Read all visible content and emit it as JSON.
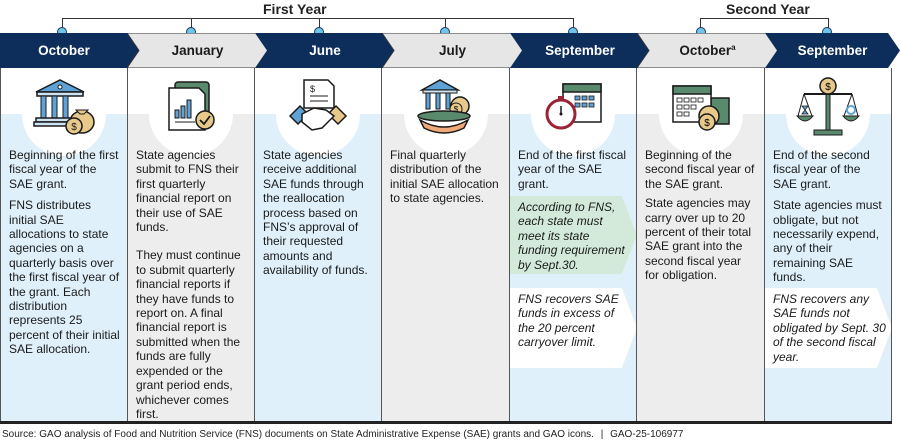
{
  "years": [
    {
      "label": "First Year"
    },
    {
      "label": "Second Year"
    }
  ],
  "columns": [
    {
      "month": "October",
      "superscript": "",
      "header_style": "dark",
      "body_style": "blue",
      "icon": "bank-money-bag-icon",
      "paragraphs": [
        "Beginning of the first fiscal year of the SAE grant.",
        "FNS distributes initial SAE allocations to state agencies on a quarterly basis over the first fiscal year of the grant. Each distribution represents 25 percent of their initial SAE allocation."
      ],
      "notes": []
    },
    {
      "month": "January",
      "superscript": "",
      "header_style": "light",
      "body_style": "gray",
      "icon": "financial-report-check-icon",
      "paragraphs": [
        "State agencies submit to FNS their first quarterly financial report on their use of SAE funds.",
        "They must continue to submit quarterly financial reports if they have funds to report on. A final financial report is submitted when the funds are fully expended or the grant period ends, whichever comes first."
      ],
      "notes": []
    },
    {
      "month": "June",
      "superscript": "",
      "header_style": "dark",
      "body_style": "blue",
      "icon": "handshake-agreement-icon",
      "paragraphs": [
        "State agencies receive additional SAE funds through the reallocation process based on FNS’s approval of their requested amounts and availability of funds."
      ],
      "notes": []
    },
    {
      "month": "July",
      "superscript": "",
      "header_style": "light",
      "body_style": "gray",
      "icon": "bank-in-hand-icon",
      "paragraphs": [
        "Final quarterly distribution of the initial SAE allocation to state agencies."
      ],
      "notes": []
    },
    {
      "month": "September",
      "superscript": "",
      "header_style": "dark",
      "body_style": "blue",
      "icon": "stopwatch-calendar-icon",
      "paragraphs": [
        "End of the first fiscal year of the SAE grant."
      ],
      "notes": [
        {
          "style": "green",
          "text": "According to FNS, each state must meet its state funding requirement by Sept.30."
        },
        {
          "style": "white",
          "text": "FNS recovers SAE funds in excess of the 20 percent carryover limit."
        }
      ]
    },
    {
      "month": "October",
      "superscript": "a",
      "header_style": "light",
      "body_style": "gray",
      "icon": "calendar-money-icon",
      "paragraphs": [
        "Beginning of the second fiscal year of the SAE grant.",
        "State agencies may carry over up to 20 percent of their total SAE grant into the second fiscal year for obligation."
      ],
      "notes": []
    },
    {
      "month": "September",
      "superscript": "",
      "header_style": "dark",
      "body_style": "blue",
      "icon": "balance-scale-icon",
      "paragraphs": [
        "End of the second fiscal year of the SAE grant.",
        "State agencies must obligate, but not necessarily expend, any of their remaining SAE funds."
      ],
      "notes": [
        {
          "style": "white",
          "text": "FNS recovers any SAE funds not obligated by Sept. 30 of the second fiscal year."
        }
      ]
    }
  ],
  "colors": {
    "dark_header": "#0d2d5a",
    "light_header": "#e6e6e6",
    "blue_body": "#dff0fa",
    "gray_body": "#ededed",
    "dot": "#6cc5ea",
    "green_note": "#d3eadb"
  },
  "footer": {
    "source": "Source: GAO analysis of Food and Nutrition Service (FNS) documents on State Administrative Expense (SAE) grants and GAO icons.",
    "separator": "|",
    "report_id": "GAO-25-106977"
  }
}
